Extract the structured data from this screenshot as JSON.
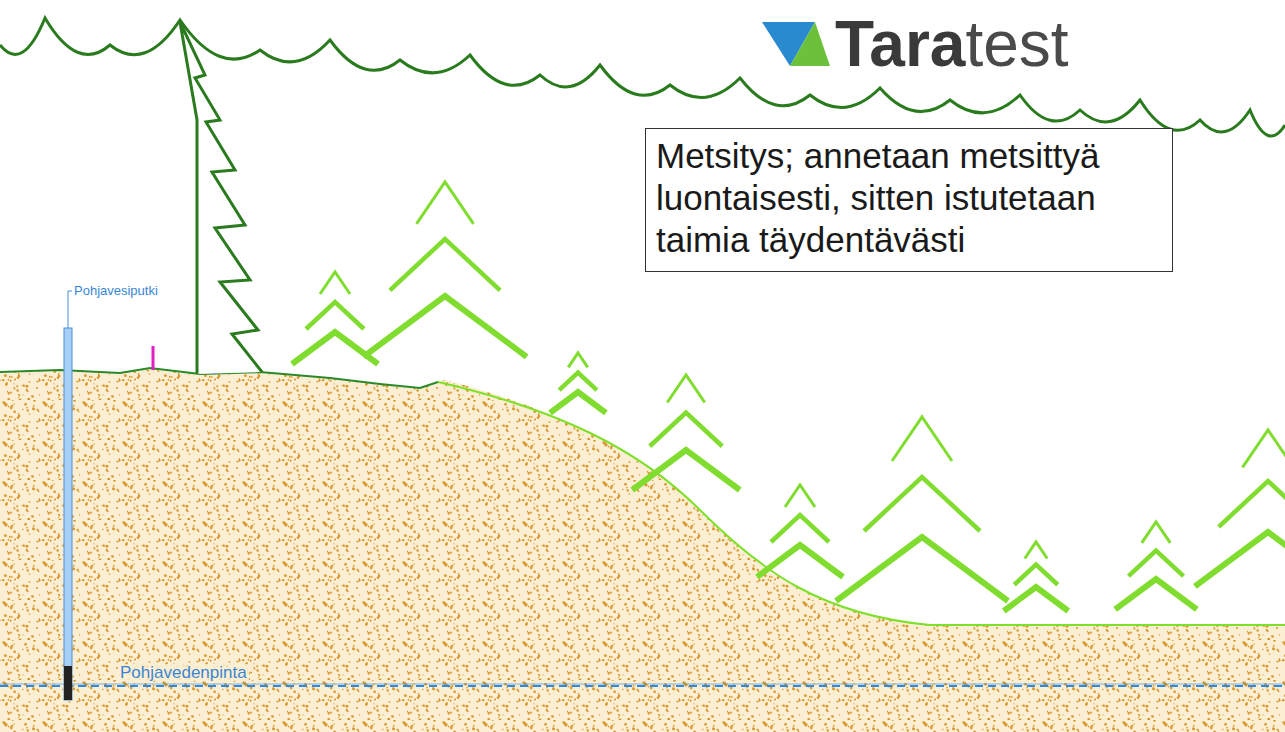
{
  "diagram": {
    "nodes": [
      {
        "text": [
          "Metsitys; annetaan metsittyä luontaisesti, sitten istutetaan taimia täydentävästi"
        ]
      }
    ],
    "labels": [
      "Tara",
      "test",
      "Pohjavesiputki",
      "Pohjavedenpinta"
    ]
  }
}
